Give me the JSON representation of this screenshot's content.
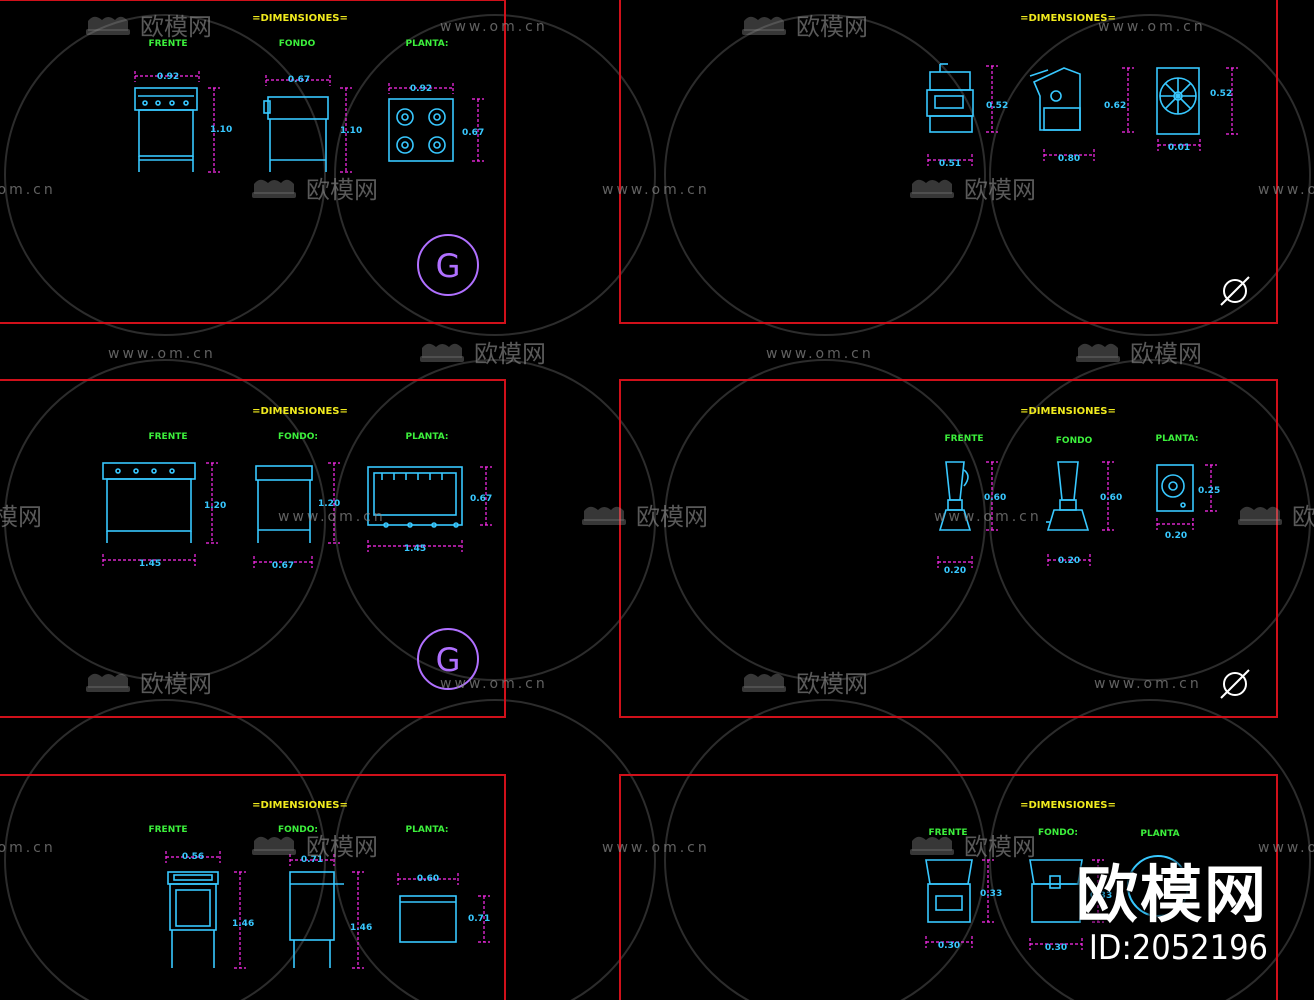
{
  "dims_title": "=DIMENSIONES=",
  "views": {
    "front": "FRENTE",
    "side": "FONDO",
    "side_alt": "FONDO:",
    "plan": "PLANTA:",
    "plan_alt": "PLANTA"
  },
  "panels": {
    "p1": {
      "w_front": "0.92",
      "w_side": "0.67",
      "w_plan": "0.92",
      "h_front": "1.10",
      "h_side": "1.10",
      "d_plan": "0.67",
      "symbol": "G"
    },
    "p2": {
      "h1": "0.52",
      "h2": "0.62",
      "h3": "0.52",
      "w1": "0.51",
      "w2": "0.80",
      "w3": "0.01"
    },
    "p3": {
      "w_front": "1.45",
      "w_side": "0.67",
      "w_plan": "1.45",
      "h_front": "1.20",
      "h_side": "1.20",
      "d_plan": "0.67",
      "symbol": "G"
    },
    "p4": {
      "h1": "0.60",
      "h2": "0.60",
      "h3": "0.25",
      "w1": "0.20",
      "w2": "0.20",
      "w3": "0.20"
    },
    "p5": {
      "w_front": "0.56",
      "w_side": "0.71",
      "w_plan": "0.60",
      "h_front": "1.46",
      "h_side": "1.46",
      "d_plan": "0.71"
    },
    "p6": {
      "h1": "0.33",
      "h2": "0.33",
      "w1": "0.30",
      "w2": "0.30"
    }
  },
  "watermark": {
    "cn": "欧模网",
    "url": "www.om.cn"
  },
  "brand": {
    "logo": "欧模网",
    "id": "ID:2052196"
  },
  "colors": {
    "frame": "#d0101a",
    "title": "#f0ea1e",
    "label": "#3cf03c",
    "cyan": "#38c8ff",
    "magenta": "#ff2cf0",
    "white": "#ffffff",
    "violet": "#b070ff"
  }
}
